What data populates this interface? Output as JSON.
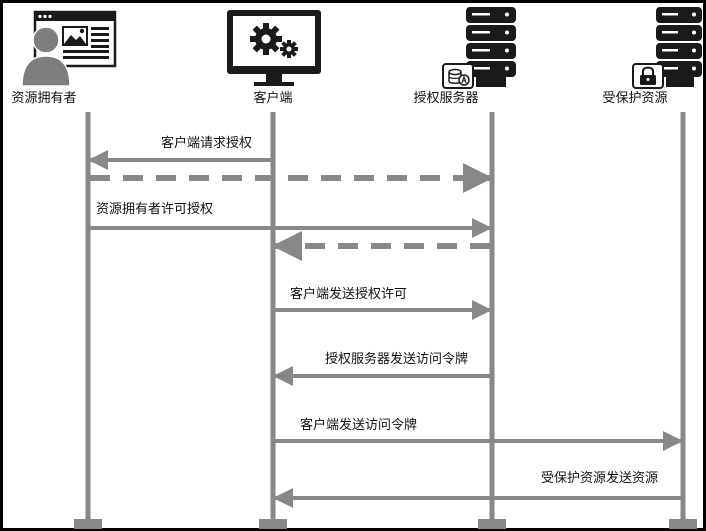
{
  "lifelines": [
    {
      "id": "resource_owner",
      "label": "资源拥有者",
      "icon": "resource-owner-icon"
    },
    {
      "id": "client",
      "label": "客户端",
      "icon": "monitor-gears-icon"
    },
    {
      "id": "auth_server",
      "label": "授权服务器",
      "icon": "server-auth-icon"
    },
    {
      "id": "resource_server",
      "label": "受保护资源",
      "icon": "server-lock-icon"
    }
  ],
  "messages": [
    {
      "from": "client",
      "to": "resource_owner",
      "label": "客户端请求授权",
      "style": "solid"
    },
    {
      "from": "resource_owner",
      "to": "auth_server",
      "label": "",
      "style": "dashed"
    },
    {
      "from": "resource_owner",
      "to": "auth_server",
      "label": "资源拥有者许可授权",
      "style": "solid"
    },
    {
      "from": "auth_server",
      "to": "client",
      "label": "",
      "style": "dashed"
    },
    {
      "from": "client",
      "to": "auth_server",
      "label": "客户端发送授权许可",
      "style": "solid"
    },
    {
      "from": "auth_server",
      "to": "client",
      "label": "授权服务器发送访问令牌",
      "style": "solid"
    },
    {
      "from": "client",
      "to": "resource_server",
      "label": "客户端发送访问令牌",
      "style": "solid"
    },
    {
      "from": "resource_server",
      "to": "client",
      "label": "受保护资源发送资源",
      "style": "solid"
    }
  ],
  "colors": {
    "background": "#ffffff",
    "frame": "#000000",
    "line": "#888888",
    "icon_dark": "#1a1a1a",
    "text": "#111111"
  }
}
